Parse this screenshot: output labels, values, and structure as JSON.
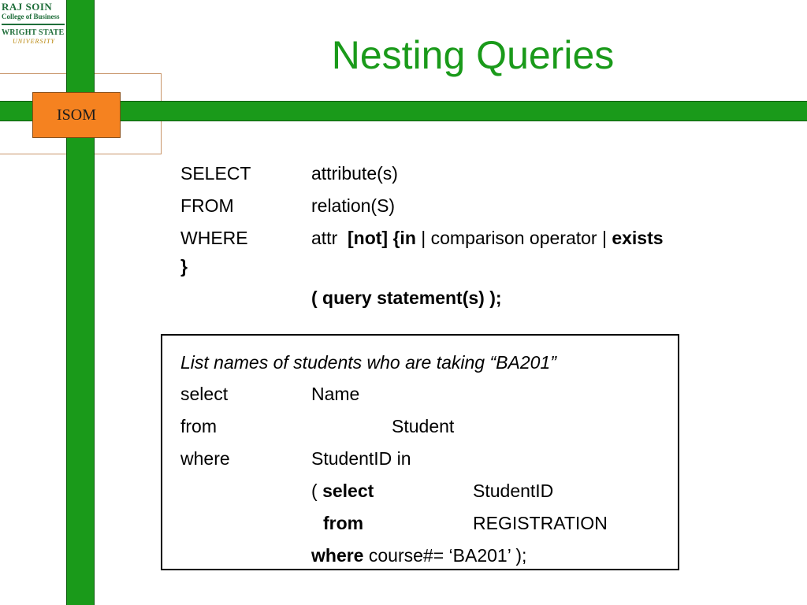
{
  "logo": {
    "line1": "RAJ SOIN",
    "line2": "College of Business",
    "line3": "WRIGHT STATE",
    "line4": "UNIVERSITY"
  },
  "badge": "ISOM",
  "title": "Nesting Queries",
  "syntax": {
    "select_kw": "SELECT",
    "select_val": "attribute(s)",
    "from_kw": "FROM",
    "from_val": "relation(S)",
    "where_kw": "WHERE",
    "where_attr": "attr",
    "where_not_in": "[not] {in",
    "where_mid": "| comparison operator |",
    "where_exists": "exists",
    "where_close": "}",
    "subquery": "( query statement(s) );"
  },
  "example": {
    "caption": "List names of students who are taking “BA201”",
    "select_kw": "select",
    "select_val": "Name",
    "from_kw": "from",
    "from_val": "Student",
    "where_kw": "where",
    "where_val": "StudentID in",
    "sub_open": "(",
    "sub_select_kw": "select",
    "sub_select_val": "StudentID",
    "sub_from_kw": "from",
    "sub_from_val": "REGISTRATION",
    "sub_where_kw": "where",
    "sub_where_val": "course#= ‘BA201’ );"
  },
  "colors": {
    "accent_green": "#1a9a1a",
    "badge_orange": "#f58220"
  }
}
